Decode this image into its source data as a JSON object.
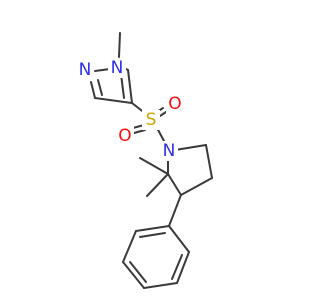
{
  "molecule": {
    "atoms": {
      "n_methyl": "N",
      "n_ring": "N",
      "s": "S",
      "o_left": "O",
      "o_right": "O",
      "n_pyrrolidine": "N"
    },
    "colors": {
      "nitrogen": "#2e2ee6",
      "sulfur": "#c8a800",
      "oxygen": "#ff0d0d",
      "carbon_bond": "#3a3a3a"
    }
  }
}
